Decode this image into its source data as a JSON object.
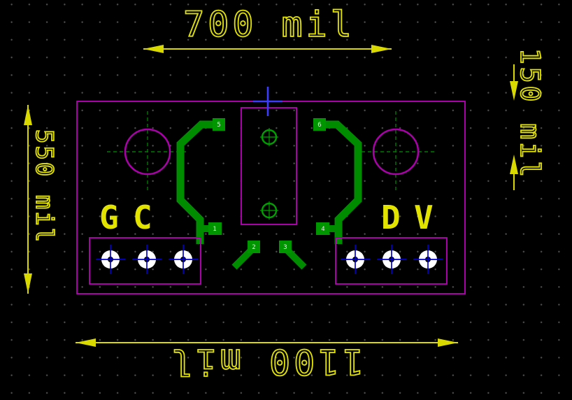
{
  "app": {
    "view": "pcb-board-editor-canvas"
  },
  "dimensions": {
    "top": {
      "label": "700 mil"
    },
    "bottom": {
      "label": "1100 mil"
    },
    "left": {
      "label": "550 mil"
    },
    "right": {
      "label": "150 mil"
    }
  },
  "silkscreen": {
    "g": "G",
    "c": "C",
    "d": "D",
    "v": "V"
  },
  "pads": {
    "numbers": [
      "5",
      "6",
      "1",
      "4",
      "2",
      "3"
    ]
  },
  "colors": {
    "background": "#000000",
    "grid_dot": "#4e4e4e",
    "outline_magenta": "#aa00aa",
    "trace_green": "#008c00",
    "dimension_yellow": "#e3e300",
    "pad_white": "#ffffff",
    "crosshair_blue": "#0000cc",
    "origin_blue": "#3c3cff"
  }
}
